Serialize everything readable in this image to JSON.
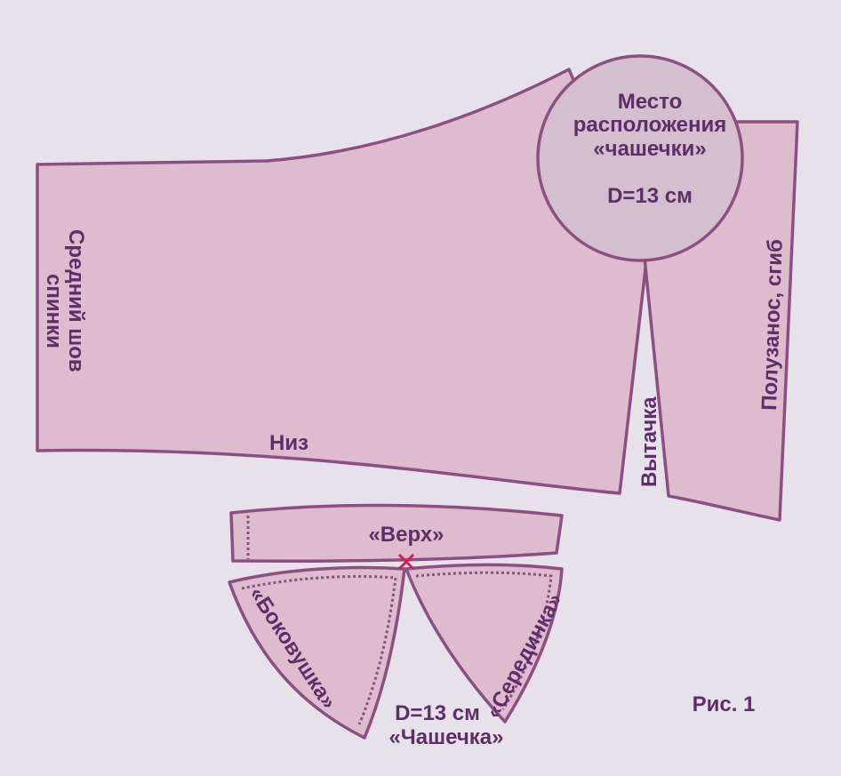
{
  "colors": {
    "background": "#e7e2ea",
    "piece_fill": "#ddbccd",
    "circle_fill": "#d3bfcd",
    "outline": "#8d4e84",
    "text": "#5e2d6a",
    "marker": "#d6204e"
  },
  "labels": {
    "circle_line1": "Место",
    "circle_line2": "расположения",
    "circle_line3": "«чашечки»",
    "circle_size": "D=13 см",
    "center_back_line1": "Средний шов",
    "center_back_line2": "спинки",
    "hem": "Низ",
    "dart": "Вытачка",
    "fold": "Полузанос, сгиб",
    "top_piece": "«Верх»",
    "side_piece": "«Боковушка»",
    "middle_piece": "«Серединка»",
    "cup_size": "D=13 см",
    "cup_name": "«Чашечка»",
    "figure": "Рис. 1"
  }
}
